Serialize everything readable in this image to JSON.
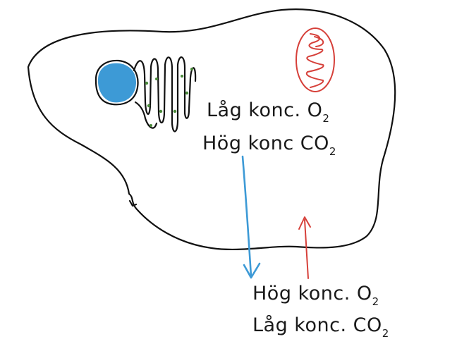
{
  "inside_labels": {
    "line1_main": "Låg konc. O",
    "line1_sub": "2",
    "line2_main": "Hög konc CO",
    "line2_sub": "2"
  },
  "outside_labels": {
    "line1_main": "Hög konc. O",
    "line1_sub": "2",
    "line2_main": "Låg konc. CO",
    "line2_sub": "2"
  },
  "colors": {
    "cell_outline": "#111111",
    "nucleus": "#3d9ad6",
    "mitochondrion": "#d6403a",
    "arrow_out": "#3d9ad6",
    "arrow_in": "#d6403a",
    "ribosome_dots": "#4a8a3a"
  },
  "icons": {
    "nucleus": "nucleus-icon",
    "endoplasmic_reticulum": "endoplasmic-reticulum-icon",
    "mitochondrion": "mitochondrion-icon"
  }
}
